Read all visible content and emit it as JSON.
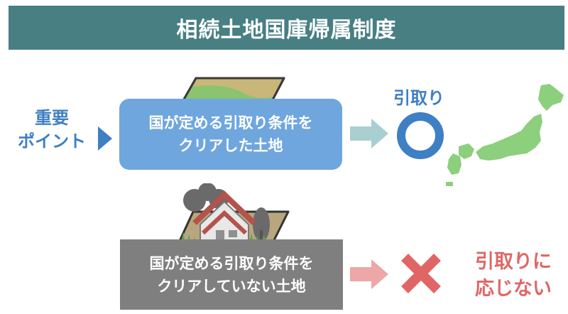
{
  "title": "相続土地国庫帰属制度",
  "point": {
    "line1": "重要",
    "line2": "ポイント"
  },
  "approved": {
    "line1": "国が定める引取り条件を",
    "line2": "クリアした土地",
    "result_label": "引取り",
    "result_icon": "circle-icon"
  },
  "rejected": {
    "line1": "国が定める引取り条件を",
    "line2": "クリアしていない土地",
    "result_line1": "引取りに",
    "result_line2": "応じない",
    "result_icon": "cross-icon"
  },
  "colors": {
    "header": "#477f83",
    "blue_box": "#6fa6de",
    "blue_text": "#3f7fc4",
    "gray_box": "#7f7f7f",
    "red": "#e06666",
    "japan_green": "#8ccf7d"
  }
}
